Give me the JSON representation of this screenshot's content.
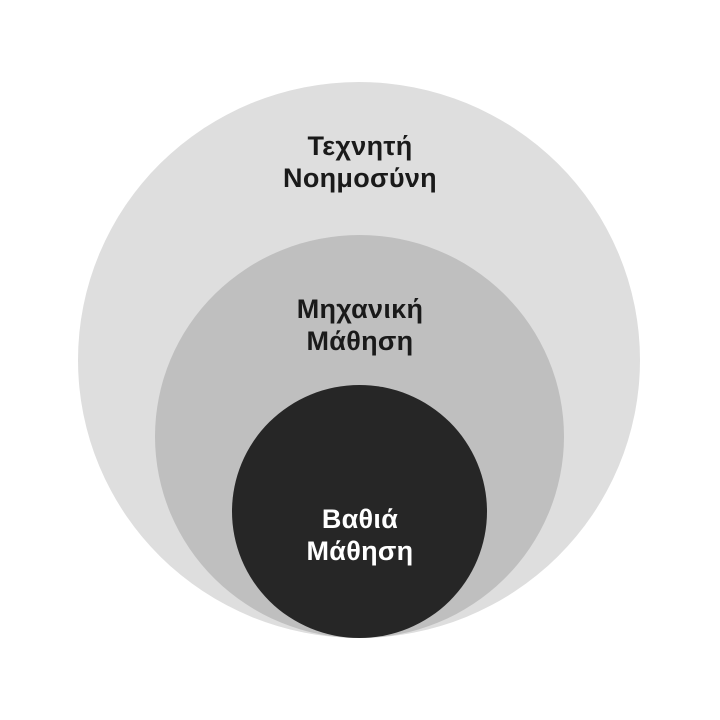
{
  "diagram": {
    "type": "nested-circles",
    "colors": {
      "outer": "#dedede",
      "middle": "#bfbfbf",
      "inner": "#262626",
      "dark_text": "#1a1a1a",
      "light_text": "#ffffff"
    },
    "circles": [
      {
        "id": "outer",
        "line1": "Τεχνητή",
        "line2": "Νοημοσύνη"
      },
      {
        "id": "middle",
        "line1": "Μηχανική",
        "line2": "Μάθηση"
      },
      {
        "id": "inner",
        "line1": "Βαθιά",
        "line2": "Μάθηση"
      }
    ]
  }
}
